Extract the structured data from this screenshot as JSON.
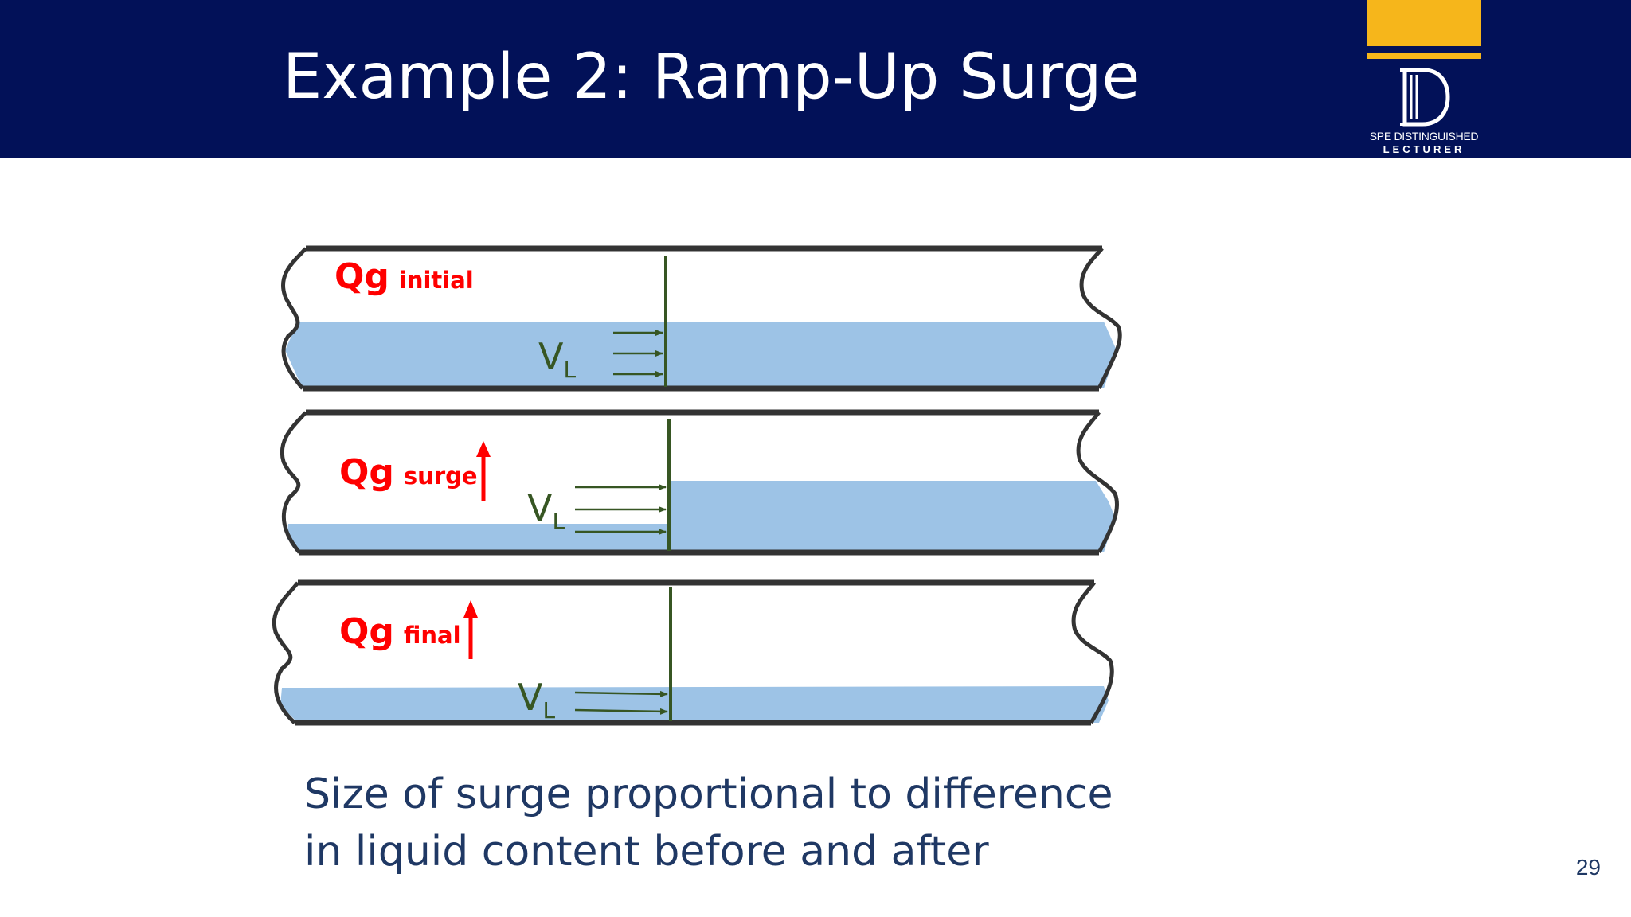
{
  "slide": {
    "title": "Example 2: Ramp-Up Surge",
    "page_number": "29",
    "caption_lines": [
      "Size of surge proportional to difference",
      "in liquid content before and after"
    ]
  },
  "logo": {
    "letter": "D",
    "line1": "SPE DISTINGUISHED",
    "line2": "LECTURER"
  },
  "colors": {
    "header_bg": "#021158",
    "logo_gold": "#f6b61b",
    "liquid": "#9dc3e6",
    "gas_label": "#ff0000",
    "velocity": "#375623",
    "caption_text": "#1f3864"
  },
  "panels": [
    {
      "gas_symbol": "Qg",
      "gas_subscript": "initial",
      "has_increase_arrow": false,
      "velocity_symbol": "V",
      "velocity_subscript": "L",
      "velocity_arrow_count": 3
    },
    {
      "gas_symbol": "Qg",
      "gas_subscript": "surge",
      "has_increase_arrow": true,
      "velocity_symbol": "V",
      "velocity_subscript": "L",
      "velocity_arrow_count": 3
    },
    {
      "gas_symbol": "Qg",
      "gas_subscript": "final",
      "has_increase_arrow": true,
      "velocity_symbol": "V",
      "velocity_subscript": "L",
      "velocity_arrow_count": 2
    }
  ]
}
